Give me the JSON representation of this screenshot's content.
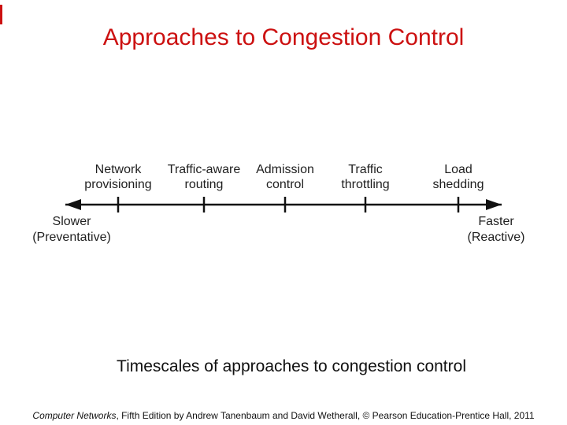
{
  "slide": {
    "title": "Approaches to Congestion Control",
    "caption": "Timescales of approaches to congestion control",
    "footer": {
      "book_title": "Computer Networks",
      "credits": ", Fifth Edition by Andrew Tanenbaum and David Wetherall, © Pearson Education-Prentice Hall, 2011"
    }
  },
  "diagram": {
    "stages": [
      {
        "line1": "Network",
        "line2": "provisioning"
      },
      {
        "line1": "Traffic-aware",
        "line2": "routing"
      },
      {
        "line1": "Admission",
        "line2": "control"
      },
      {
        "line1": "Traffic",
        "line2": "throttling"
      },
      {
        "line1": "Load",
        "line2": "shedding"
      }
    ],
    "left_end": {
      "line1": "Slower",
      "line2": "(Preventative)"
    },
    "right_end": {
      "line1": "Faster",
      "line2": "(Reactive)"
    }
  },
  "colors": {
    "title_red": "#cc1111",
    "text": "#1f1f1f",
    "arrow": "#111111"
  }
}
